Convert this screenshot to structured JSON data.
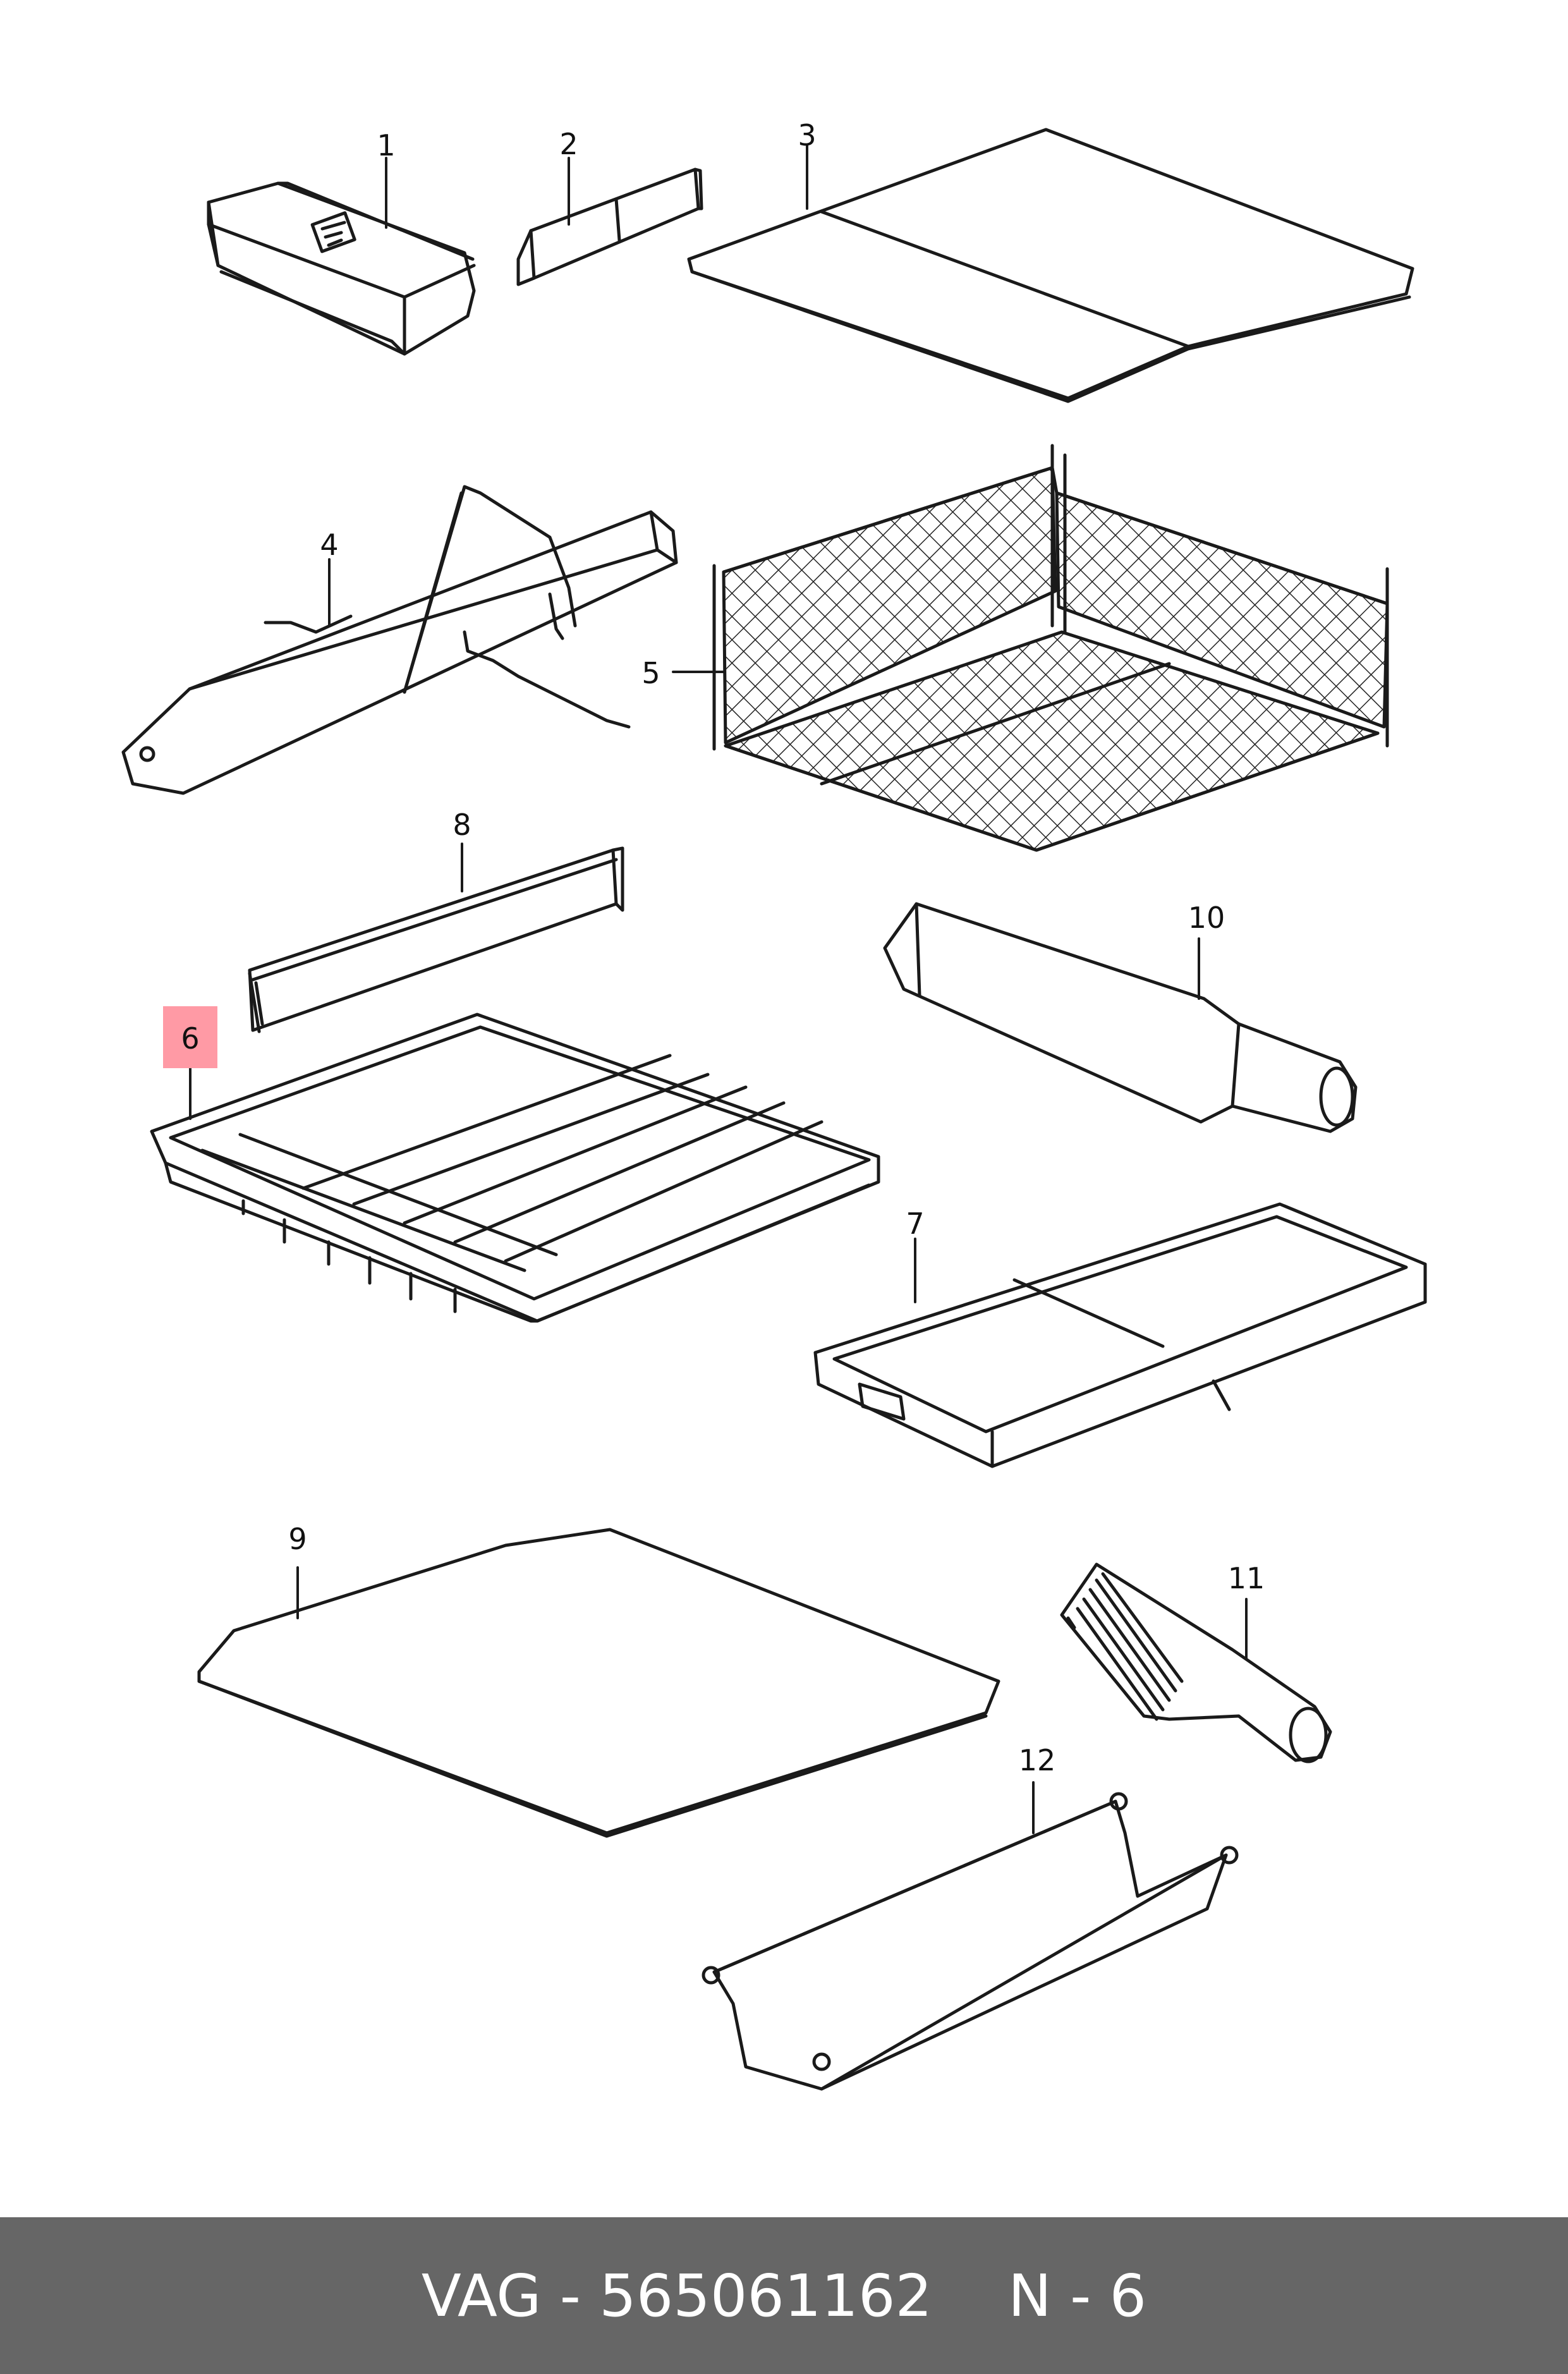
{
  "callouts": [
    "1",
    "2",
    "3",
    "4",
    "5",
    "6",
    "7",
    "8",
    "9",
    "10",
    "11",
    "12"
  ],
  "highlighted_callout": "6",
  "colors": {
    "highlight": "#ff9aa5",
    "footer_bg": "#666666",
    "footer_text": "#ffffff",
    "line": "#1a1a1a"
  },
  "footer": {
    "part_label": "VAG - 565061162",
    "position_label": "N - 6"
  }
}
